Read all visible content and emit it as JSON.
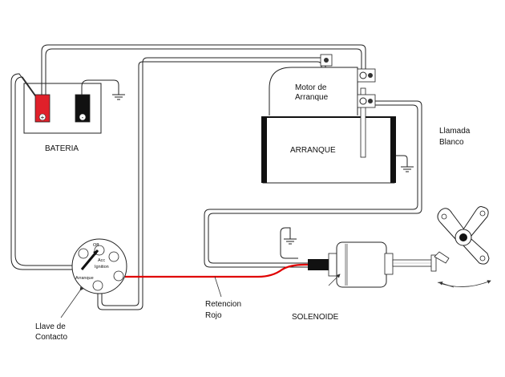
{
  "labels": {
    "battery": "BATERIA",
    "motor_line1": "Motor de",
    "motor_line2": "Arranque",
    "starter": "ARRANQUE",
    "call_line1": "Llamada",
    "call_line2": "Blanco",
    "retention_line1": "Retencion",
    "retention_line2": "Rojo",
    "solenoid": "SOLENOIDE",
    "key_line1": "Llave de",
    "key_line2": "Contacto",
    "switch_off": "Off",
    "switch_acc": "Acc",
    "switch_ignition": "Ignition",
    "switch_start": "Arranque",
    "battery_plus": "+",
    "battery_minus": "-"
  },
  "colors": {
    "wire": "#222222",
    "retention_wire": "#e00000",
    "battery_positive": "#e0202a",
    "battery_negative": "#111111",
    "background": "#ffffff"
  },
  "icons": {
    "ground": "ground-symbol",
    "rotation": "rotation-arrow-icon"
  }
}
